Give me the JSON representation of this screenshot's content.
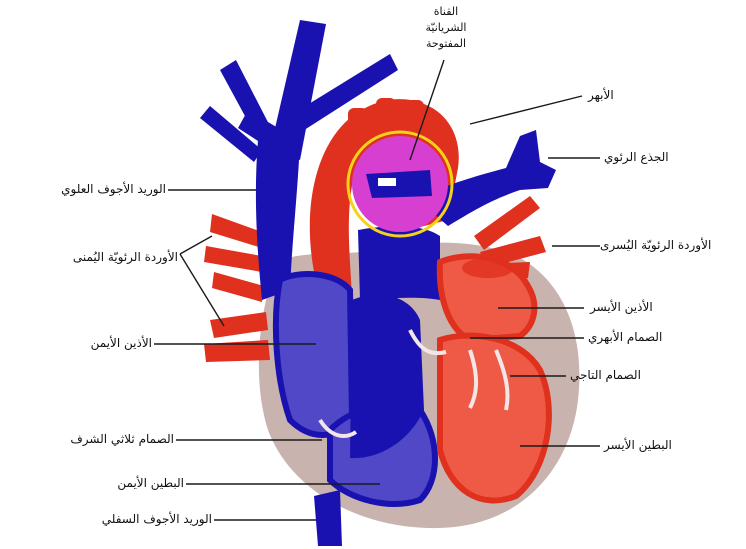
{
  "colors": {
    "oxygenated": "#e0301e",
    "deoxygenated": "#1a12b0",
    "chamber_left": "#ef5a47",
    "chamber_right": "#5148c8",
    "pericardium": "#c9b3ae",
    "valve_ring": "#f4d21a",
    "duct": "#d63fd0",
    "leader": "#1a1a1a",
    "background": "#ffffff"
  },
  "labels": {
    "ductus_arteriosus": "القناة\nالشريانيّة\nالمفتوحة",
    "aorta": "الأبهر",
    "pulmonary_trunk": "الجذع الرئوي",
    "superior_vena_cava": "الوريد الأجوف العلوي",
    "right_pulmonary_veins": "الأوردة الرئويّة اليُمنى",
    "left_pulmonary_veins": "الأوردة الرئويّة اليُسرى",
    "left_atrium": "الأذين الأيسر",
    "right_atrium": "الأذين الأيمن",
    "aortic_valve": "الصمام الأبهري",
    "mitral_valve": "الصمام التاجي",
    "tricuspid_valve": "الصمام ثلاثي الشرف",
    "left_ventricle": "البطين الأيسر",
    "right_ventricle": "البطين الأيمن",
    "inferior_vena_cava": "الوريد الأجوف السفلي"
  }
}
